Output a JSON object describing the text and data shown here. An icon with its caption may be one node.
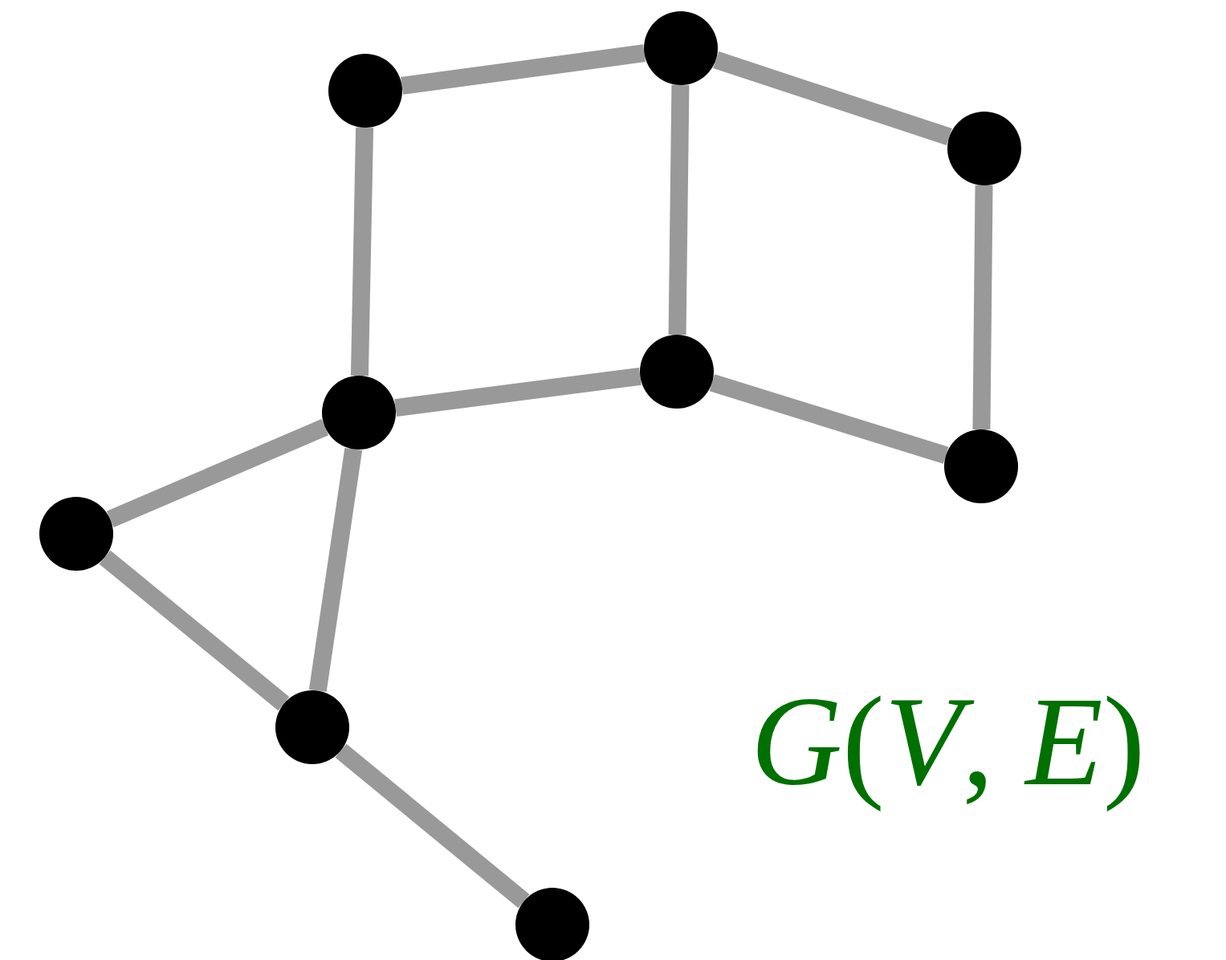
{
  "diagram": {
    "nodes": [
      {
        "text": [],
        "shape": "circle"
      },
      {
        "text": [],
        "shape": "circle"
      },
      {
        "text": [],
        "shape": "circle"
      },
      {
        "text": [],
        "shape": "circle"
      },
      {
        "text": [],
        "shape": "circle"
      },
      {
        "text": [],
        "shape": "circle"
      },
      {
        "text": [],
        "shape": "circle"
      },
      {
        "text": [],
        "shape": "circle"
      },
      {
        "text": [],
        "shape": "circle"
      }
    ],
    "edges": [
      {
        "from": 0,
        "to": 1,
        "arrow": "none"
      },
      {
        "from": 1,
        "to": 2,
        "arrow": "none"
      },
      {
        "from": 0,
        "to": 3,
        "arrow": "none"
      },
      {
        "from": 1,
        "to": 4,
        "arrow": "none"
      },
      {
        "from": 2,
        "to": 5,
        "arrow": "none"
      },
      {
        "from": 3,
        "to": 4,
        "arrow": "none"
      },
      {
        "from": 4,
        "to": 5,
        "arrow": "none"
      },
      {
        "from": 3,
        "to": 6,
        "arrow": "none"
      },
      {
        "from": 3,
        "to": 7,
        "arrow": "none"
      },
      {
        "from": 6,
        "to": 7,
        "arrow": "none"
      },
      {
        "from": 7,
        "to": 8,
        "arrow": "none"
      }
    ],
    "labels": [
      "*G*(*V*, *E*)"
    ]
  }
}
